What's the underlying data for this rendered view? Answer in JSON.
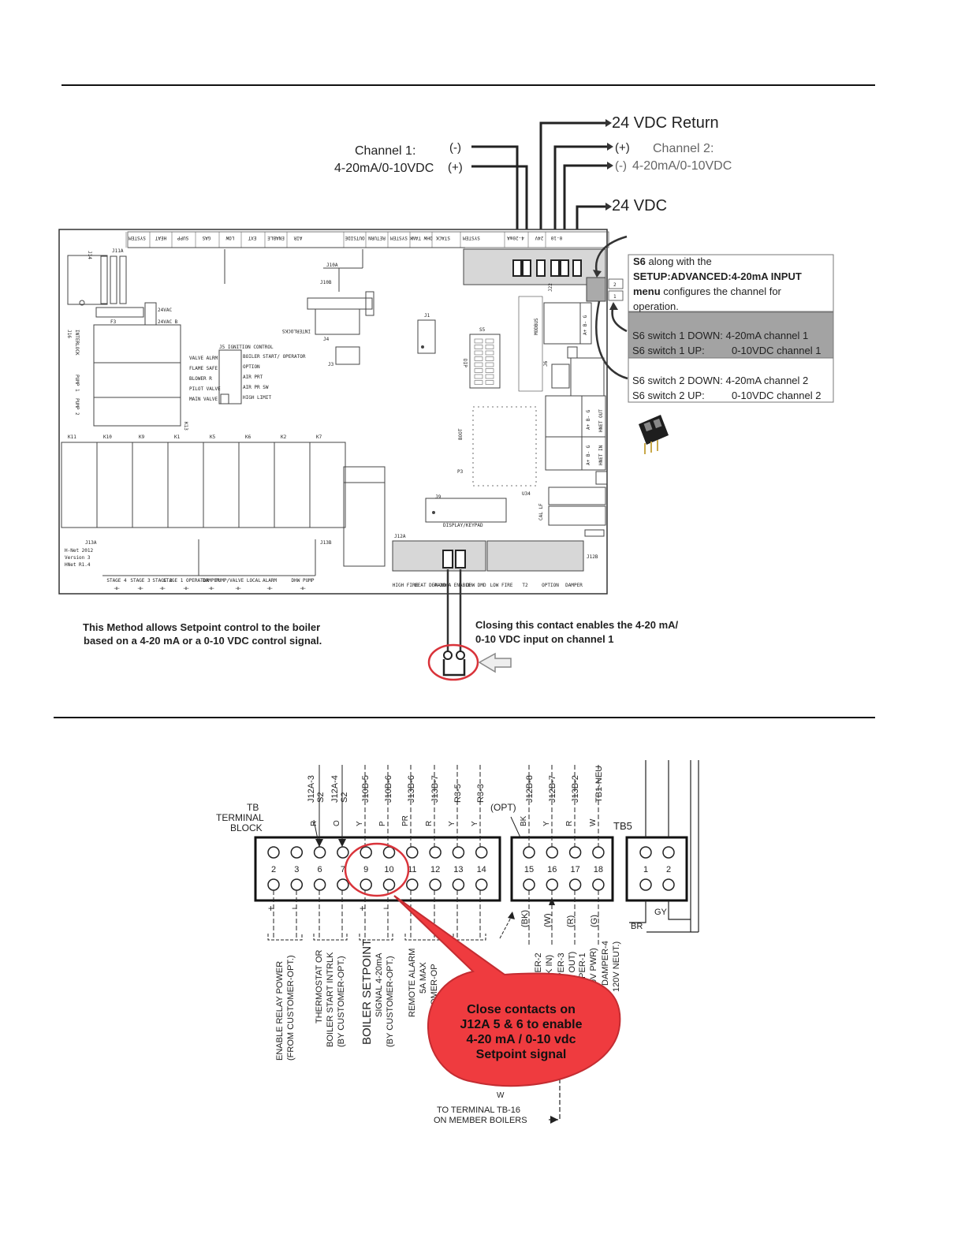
{
  "top": {
    "return_label": "24 VDC Return",
    "vdc_label": "24 VDC",
    "ch1_title": "Channel 1:",
    "ch1_sub": "4-20mA/0-10VDC",
    "ch1_minus": "(-)",
    "ch1_plus": "(+)",
    "ch2_title": "Channel 2:",
    "ch2_sub": "4-20mA/0-10VDC",
    "ch2_plus": "(+)",
    "ch2_minus": "(-)"
  },
  "s6_note": {
    "bold1": "S6",
    "text1": " along with the",
    "bold2": "SETUP:ADVANCED:4-20mA INPUT",
    "bold3": "menu",
    "text3": " configures the channel for",
    "text4": "operation.",
    "sw1_down": "S6 switch 1 DOWN: 4-20mA channel 1",
    "sw1_up_a": "S6 switch 1 UP:",
    "sw1_up_b": "0-10VDC channel 1",
    "sw2_down": "S6 switch 2 DOWN: 4-20mA channel 2",
    "sw2_up_a": "S6 switch 2 UP:",
    "sw2_up_b": "0-10VDC channel 2"
  },
  "board": {
    "labels": {
      "interlocks": "INTERLOCKS",
      "ignition": "J5 IGNITION CONTROL",
      "dip": "DIP",
      "modbus": "MODBUS",
      "hnet_out": "HNET OUT",
      "hnet_in": "HNET IN",
      "display": "DISPLAY/KEYPAD",
      "boot": "BOOT",
      "j1": "J1",
      "j3": "J3",
      "j4": "J4",
      "j6": "J6",
      "j9": "J9",
      "j12a": "J12A",
      "j12b": "J12B",
      "j13a": "J13A",
      "j13b": "J13B",
      "j22": "J22",
      "s5": "S5",
      "u34": "U34",
      "p3": "P3",
      "f3": "F3",
      "k13": "K13",
      "j16": "J16",
      "vac24": "24VAC",
      "version1": "H-Net 2012",
      "version2": "Version 3",
      "version3": "HNet R1.4"
    },
    "relays": [
      "K11",
      "K10",
      "K9",
      "K1",
      "K5",
      "K6",
      "K2",
      "K7"
    ],
    "ignition_items": [
      "VALVE ALRM",
      "FLAME SAFE",
      "BLOWER R",
      "PILOT VALVE",
      "MAIN VALVE"
    ],
    "ignition_right": [
      "BOILER START/ OPERATOR",
      "OPTION",
      "AIR PRT",
      "AIR PR SW",
      "HIGH LIMIT"
    ],
    "top_connectors": [
      "SYSTEM",
      "HEAT",
      "SUPP",
      "GAS",
      "LOW",
      "EXT",
      "ENABLE",
      "AIR",
      "OUTSIDE",
      "RETURN",
      "SYSTEM",
      "DHW TANK",
      "STACK",
      "SYSTEM",
      "4-20mA",
      "24V",
      "0-10"
    ],
    "bottom_connectors_left": [
      "STAGE 4",
      "STAGE 3",
      "STAGE 2",
      "STAGE 1 OPERATOR",
      "DAMPER",
      "PUMP/VALVE LOCAL",
      "ALARM",
      "DHW PUMP"
    ],
    "bottom_connectors_right": [
      "HIGH FIRE",
      "HEAT DEMAND",
      "4-20mA ENABLE",
      "DHW DMD",
      "LOW FIRE",
      "T2",
      "OPTION",
      "DAMPER"
    ],
    "caption_left_1": "This Method allows Setpoint control to the boiler",
    "caption_left_2": "based on a 4-20 mA or a 0-10 VDC control signal.",
    "caption_right_1": "Closing this contact enables the 4-20 mA/",
    "caption_right_2": "0-10 VDC input on channel 1"
  },
  "wiring": {
    "tb_title": [
      "TB",
      "TERMINAL",
      "BLOCK"
    ],
    "tb5": "TB5",
    "opt": "(OPT)",
    "terminals_a": [
      "2",
      "3",
      "6",
      "7",
      "9",
      "10",
      "11",
      "12",
      "13",
      "14"
    ],
    "terminals_b": [
      "15",
      "16",
      "17",
      "18"
    ],
    "terminals_c": [
      "1",
      "2"
    ],
    "top_refs": [
      "J12A-3",
      "S2",
      "J12A-4",
      "S2",
      "J10B-5",
      "J10B-6",
      "J13B-6",
      "J13B-7",
      "R3-5",
      "R3-3"
    ],
    "top_colors": [
      "R",
      "O",
      "Y",
      "P",
      "PR",
      "R",
      "Y",
      "Y"
    ],
    "top_refs_b": [
      "J12B-8",
      "J12B-7",
      "J13B-2",
      "TB1-NEU"
    ],
    "top_colors_b": [
      "BK",
      "Y",
      "R",
      "W"
    ],
    "polarity": [
      "+",
      "−",
      "+",
      "−"
    ],
    "bottom_colors_b": [
      "(BK)",
      "(W)",
      "(R)",
      "(G)"
    ],
    "br": "BR",
    "gy": "GY",
    "w": "W",
    "desc": {
      "enable_relay_1": "ENABLE RELAY POWER",
      "enable_relay_2": "(FROM CUSTOMER-OPT.)",
      "thermo_1": "THERMOSTAT OR",
      "thermo_2": "BOILER START INTRLK",
      "thermo_3": "(BY CUSTOMER-OPT.)",
      "setpoint_1": "BOILER SETPOINT",
      "setpoint_2": "SIGNAL 4-20mA",
      "setpoint_3": "(BY CUSTOMER-OPT.)",
      "alarm_1": "REMOTE ALARM",
      "alarm_2": "5A MAX",
      "alarm_3": "OMER-OP",
      "damper2_1": "MPER-2",
      "damper2_2": "RLK IN)",
      "damper3_1": "MPER-3",
      "damper3_2": "K OUT)",
      "damper1_1": "MPER-1",
      "damper1_2": "0V PWR)",
      "damper4_1": "DAMPER-4",
      "damper4_2": "120V NEUT.)",
      "member_1": "TO TERMINAL TB-16",
      "member_2": "ON MEMBER BOILERS"
    },
    "callout": [
      "Close contacts on",
      "J12A 5 & 6 to enable",
      "4-20 mA / 0-10 vdc",
      "Setpoint signal"
    ]
  },
  "colors": {
    "callout_red": "#ef3b3f",
    "circle_red": "#d9333a",
    "grey_band": "#a3a3a3",
    "connector_grey": "#d7d7d7"
  }
}
